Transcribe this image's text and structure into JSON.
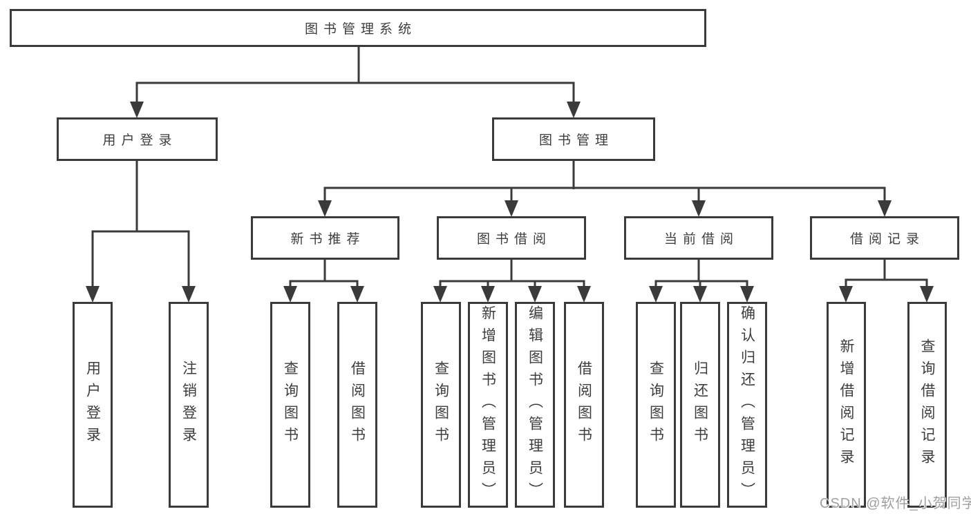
{
  "colors": {
    "line": "#3a3a3a",
    "box_border": "#3a3a3a",
    "text": "#3d3d3d",
    "background": "#ffffff",
    "watermark": "#9f9f9f"
  },
  "diagram": {
    "root": "图书管理系统",
    "level2": [
      {
        "label": "用户登录",
        "children": [
          "用户登录",
          "注销登录"
        ]
      },
      {
        "label": "图书管理",
        "groups": [
          {
            "label": "新书推荐",
            "children": [
              "查询图书",
              "借阅图书"
            ]
          },
          {
            "label": "图书借阅",
            "children": [
              "查询图书",
              "新增图书（管理员）",
              "编辑图书（管理员）",
              "借阅图书"
            ]
          },
          {
            "label": "当前借阅",
            "children": [
              "查询图书",
              "归还图书",
              "确认归还（管理员）"
            ]
          },
          {
            "label": "借阅记录",
            "children": [
              "新增借阅记录",
              "查询借阅记录"
            ]
          }
        ]
      }
    ]
  },
  "watermark": "CSDN @软件_小贺同学"
}
